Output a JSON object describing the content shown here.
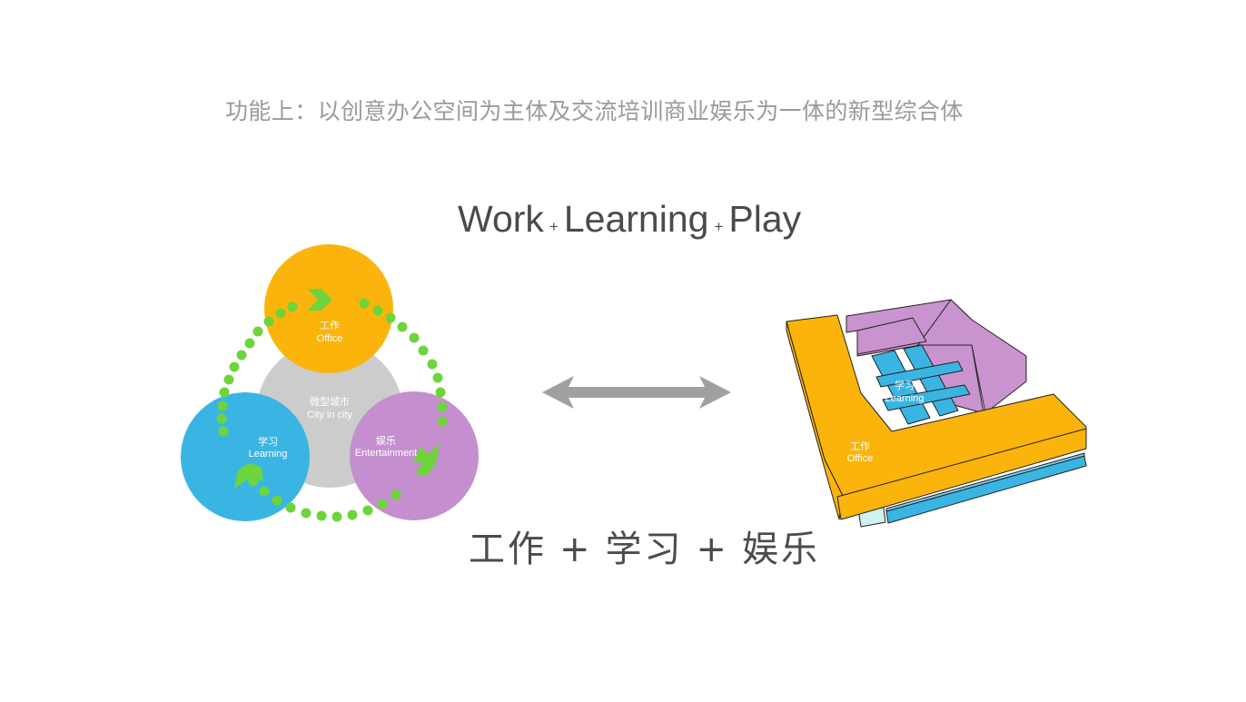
{
  "title": "功能上：以创意办公空间为主体及交流培训商业娱乐为一体的新型综合体",
  "en_heading": {
    "work": "Work",
    "learning": "Learning",
    "play": "Play",
    "plus": "+"
  },
  "zh_heading": {
    "work": "工作",
    "learning": "学习",
    "play": "娱乐",
    "plus": "+"
  },
  "venn": {
    "center": {
      "zh": "微型城市",
      "en": "City in city",
      "color": "#cccccc"
    },
    "office": {
      "zh": "工作",
      "en": "Office",
      "color": "#fbb40b"
    },
    "learning": {
      "zh": "学习",
      "en": "Learning",
      "color": "#3ab5e3"
    },
    "entertainment": {
      "zh": "娱乐",
      "en": "Entertainment",
      "color": "#c58fcf"
    },
    "cycle_color": "#6ed43b"
  },
  "building": {
    "office": {
      "zh": "工作",
      "en": "Office",
      "color": "#fbb40b"
    },
    "learning": {
      "zh": "学习",
      "en": "Learning",
      "color": "#3ab5e3"
    },
    "play_color": "#c993cf"
  },
  "arrow": {
    "icon": "double-arrow-icon",
    "color": "#a0a0a0"
  }
}
